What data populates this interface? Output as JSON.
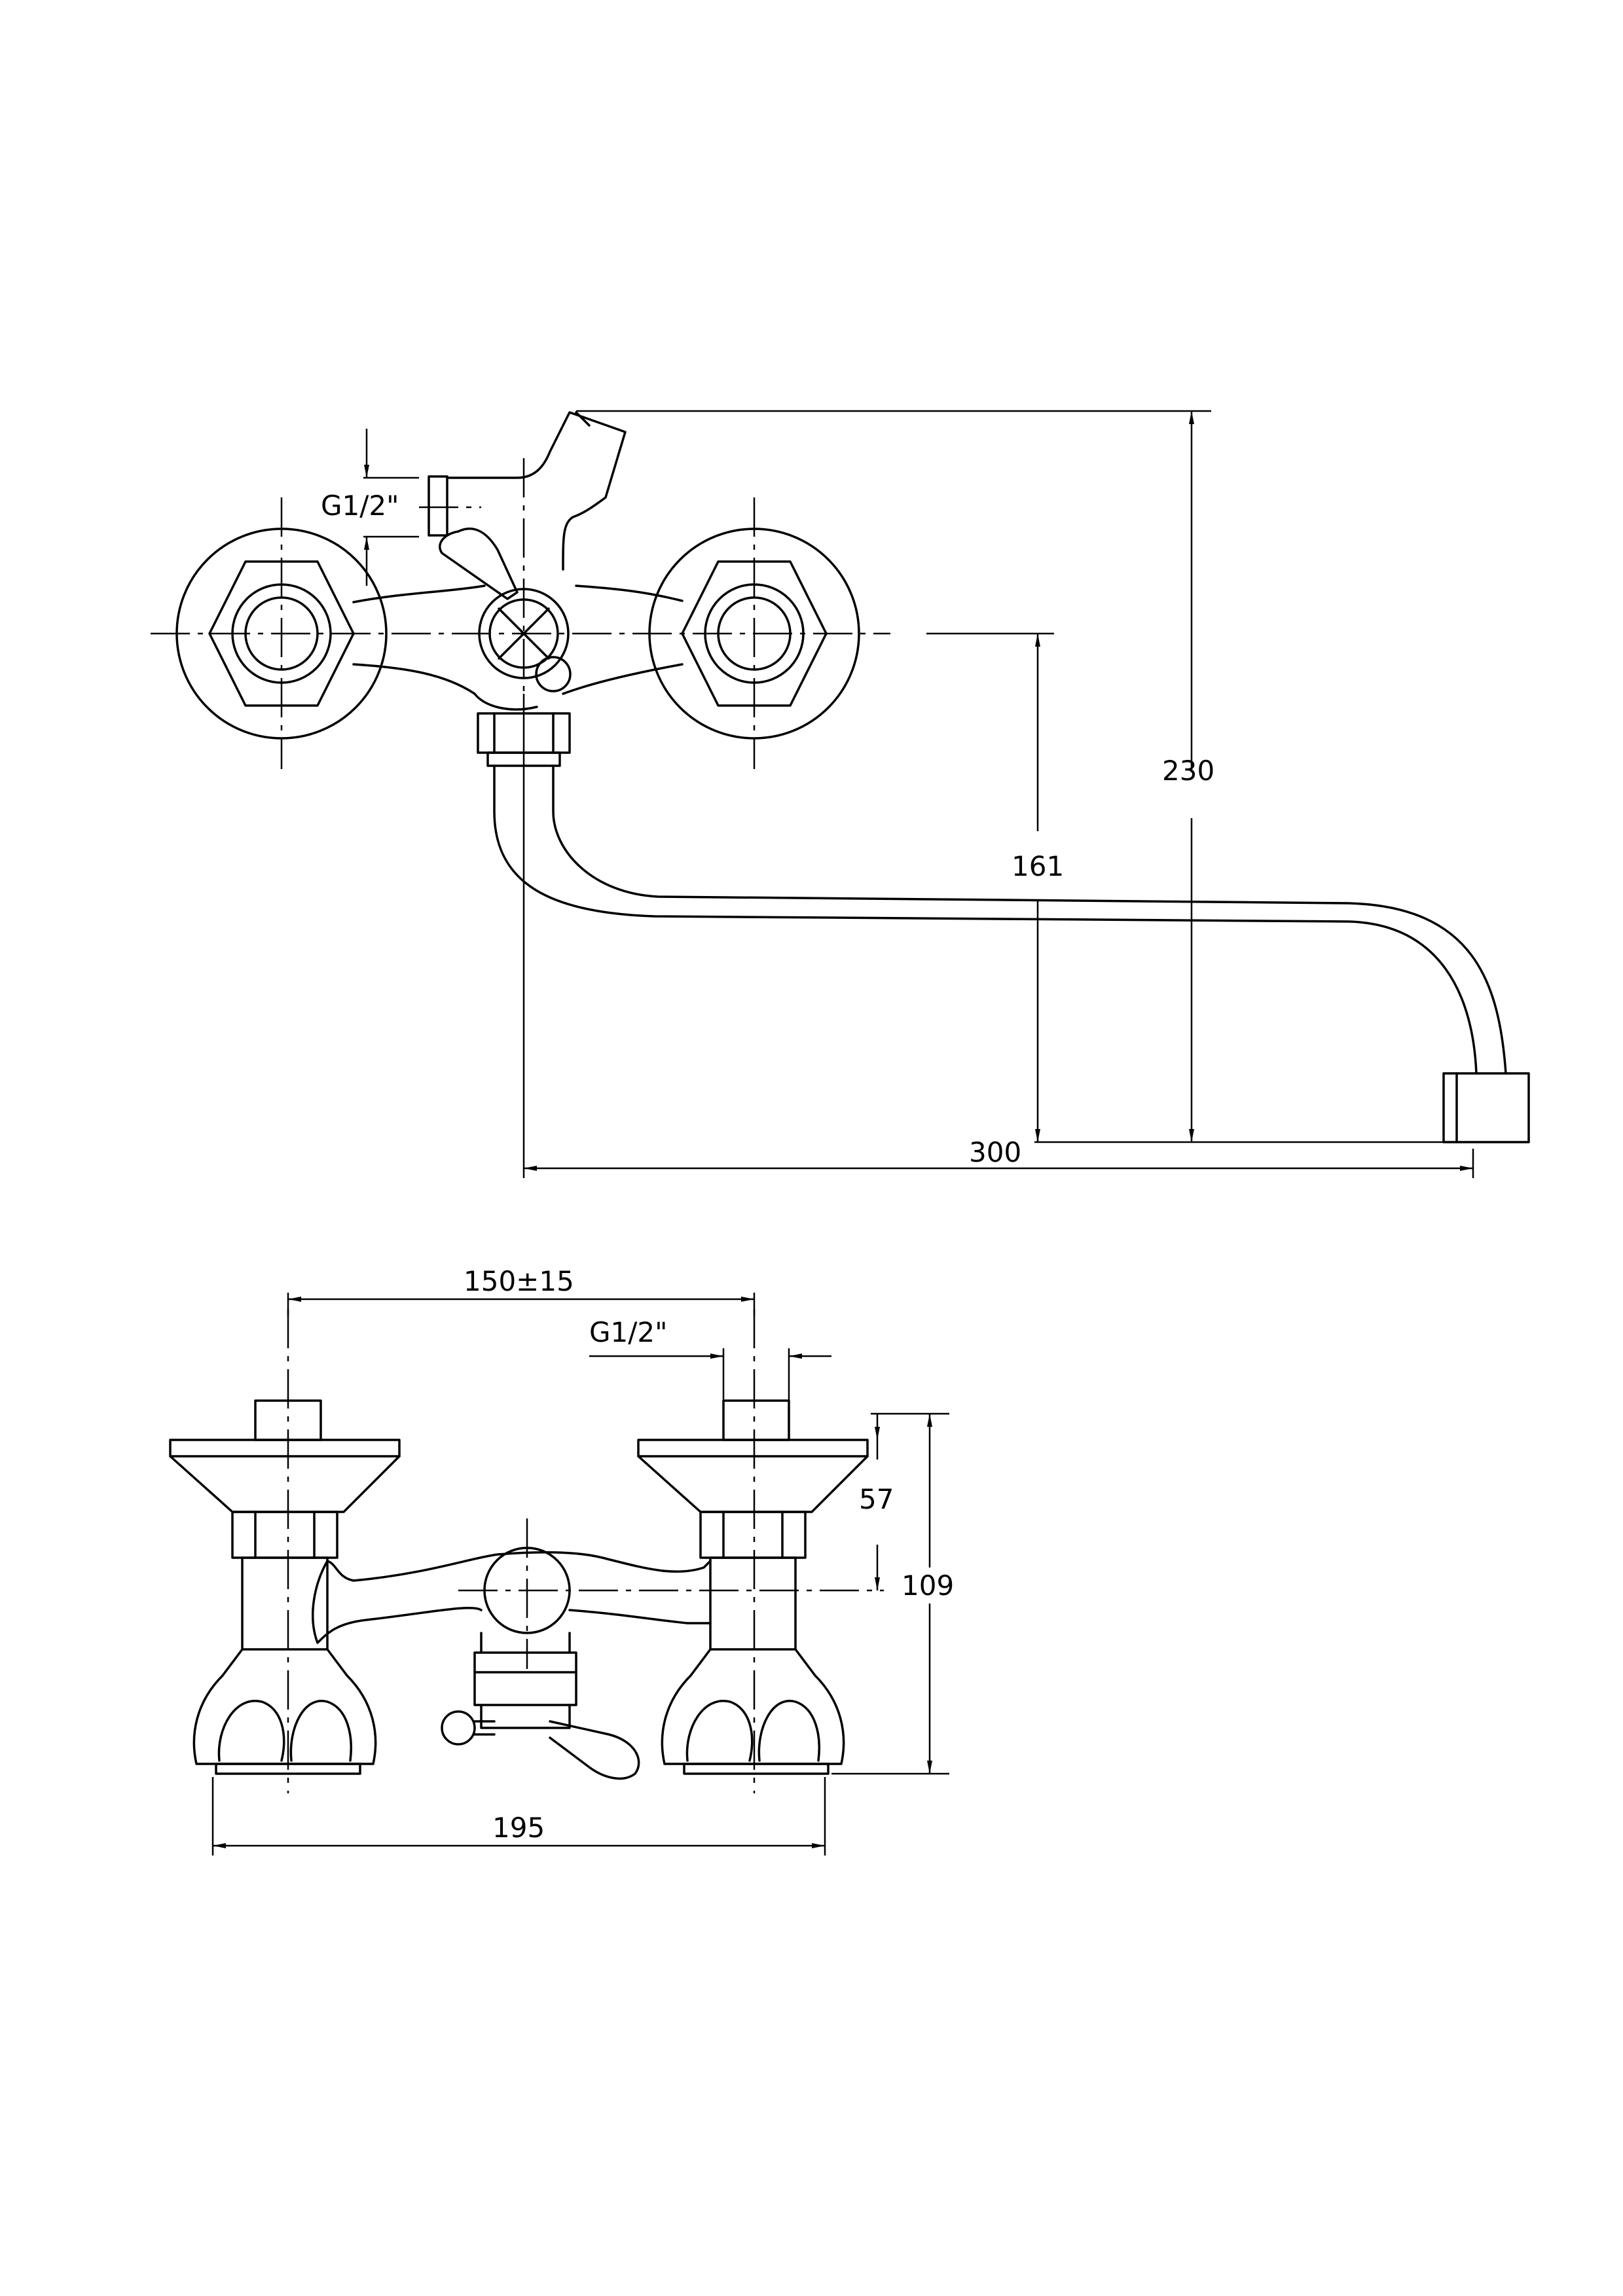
{
  "colors": {
    "line": "#000000",
    "background": "#ffffff"
  },
  "top_view": {
    "thread_label": "G1/2\"",
    "dim_total_height": "230",
    "dim_outlet_height": "161",
    "dim_spout_length": "300"
  },
  "front_view": {
    "dim_center_distance": "150±15",
    "thread_label": "G1/2\"",
    "dim_flange_offset": "57",
    "dim_total_height": "109",
    "dim_total_width": "195"
  }
}
